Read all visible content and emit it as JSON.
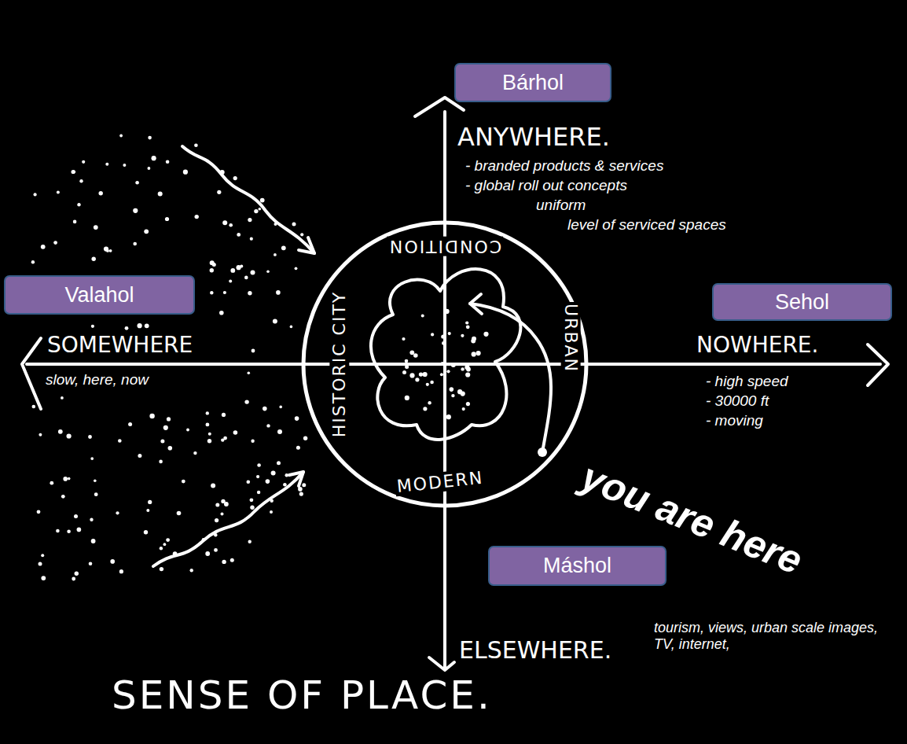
{
  "diagram": {
    "caption": "SENSE OF PLACE.",
    "nodes": [
      {
        "text": [
          "Bárhol"
        ]
      },
      {
        "text": [
          "Valahol"
        ]
      },
      {
        "text": [
          "Sehol"
        ]
      },
      {
        "text": [
          "Máshol"
        ]
      }
    ],
    "labels": [
      "ANYWHERE.",
      "- branded products & services",
      "- global roll out concepts",
      "uniform",
      "level of serviced spaces",
      "SOMEWHERE",
      "slow, here, now",
      "NOWHERE.",
      "- high speed",
      "- 30000 ft",
      "- moving",
      "ELSEWHERE.",
      "tourism, views, urban scale images, TV, internet,",
      "you are here",
      "HISTORIC CITY",
      "CONDITION",
      "URBAN",
      "MODERN"
    ]
  }
}
